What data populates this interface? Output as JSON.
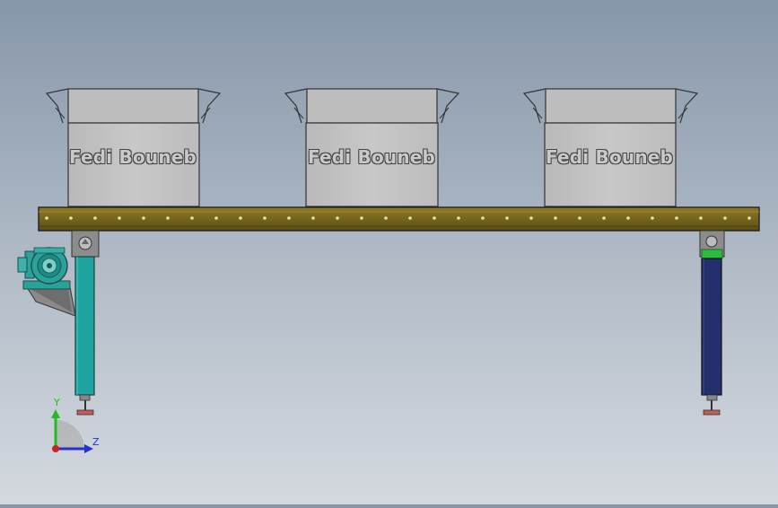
{
  "scene": {
    "boxes": [
      {
        "label": "Fedi Bouneb"
      },
      {
        "label": "Fedi Bouneb"
      },
      {
        "label": "Fedi Bouneb"
      }
    ],
    "triad": {
      "y_label": "Y",
      "z_label": "Z",
      "y_color": "#22bb22",
      "z_color": "#2233cc",
      "x_color": "#cc2222"
    },
    "colors": {
      "background_top": "#8797aa",
      "background_bottom": "#d4d9df",
      "beam": "#7a6a1e",
      "box": "#c2c2c2",
      "leg_left": "#1fa3a0",
      "leg_right": "#22306e",
      "motor": "#2aa29a",
      "bracket": "#8a8a8a"
    }
  }
}
